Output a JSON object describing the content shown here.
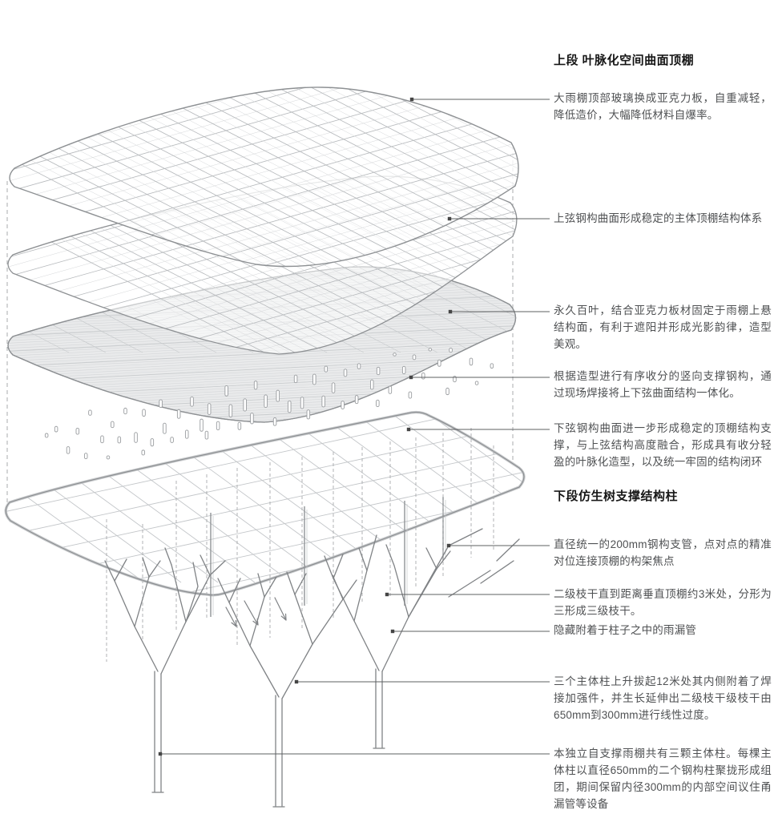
{
  "sections": {
    "upper": {
      "title": "上段 叶脉化空间曲面顶棚",
      "items": [
        {
          "text": "大雨棚顶部玻璃换成亚克力板，自重减轻，降低造价，大幅降低材料自爆率。"
        },
        {
          "text": "上弦钢构曲面形成稳定的主体顶棚结构体系"
        },
        {
          "text": "永久百叶，结合亚克力板材固定于雨棚上悬结构面，有利于遮阳并形成光影韵律，造型美观。"
        },
        {
          "text": "根据造型进行有序收分的竖向支撑钢构，通过现场焊接将上下弦曲面结构一体化。"
        },
        {
          "text": "下弦钢构曲面进一步形成稳定的顶棚结构支撑，与上弦结构高度融合，形成具有收分轻盈的叶脉化造型，以及统一牢固的结构闭环"
        }
      ]
    },
    "lower": {
      "title": "下段仿生树支撑结构柱",
      "items": [
        {
          "text": "直径统一的200mm钢构支管，点对点的精准对位连接顶棚的构架焦点"
        },
        {
          "text": "二级枝干直到距离垂直顶棚约3米处，分形为三形成三级枝干。"
        },
        {
          "text": "隐藏附着于柱子之中的雨漏管"
        },
        {
          "text": "三个主体柱上升拔起12米处其内侧附着了焊接加强件，并生长延伸出二级枝干级枝干由650mm到300mm进行线性过度。"
        },
        {
          "text": "本独立自支撑雨棚共有三颗主体柱。每棵主体柱以直径650mm的二个钢构柱聚拢形成组团，期间保留内径300mm的内部空间议住甬漏管等设备"
        }
      ]
    }
  },
  "colors": {
    "background": "#ffffff",
    "outline": "#8d9093",
    "grid": "#b7babd",
    "grid_fine": "#d5d7d9",
    "louver_fill": "#e9eaeb",
    "louver_stripe": "#d4d6d8",
    "dashed": "#a8abad",
    "tree": "#7f8285",
    "leader": "#5e6062",
    "leader_dot": "#454545",
    "heading_text": "#161616",
    "body_text": "#4f5153"
  }
}
